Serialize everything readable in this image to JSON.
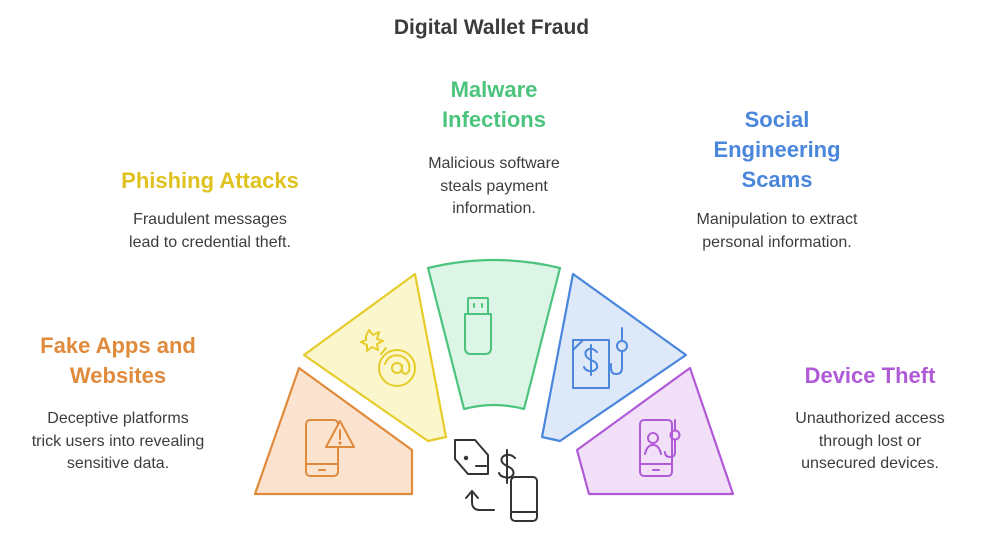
{
  "title": "Digital Wallet Fraud",
  "center_icon": "wallet-money-exchange-icon",
  "segments": [
    {
      "id": "fake-apps",
      "label_lines": [
        "Fake Apps and",
        "Websites"
      ],
      "desc_lines": [
        "Deceptive platforms",
        "trick users into revealing",
        "sensitive data."
      ],
      "color": "#e08a3c",
      "fill": "#fbe3d0",
      "icon": "phone-warning-icon"
    },
    {
      "id": "phishing",
      "label_lines": [
        "Phishing Attacks"
      ],
      "desc_lines": [
        "Fraudulent messages",
        "lead to credential theft."
      ],
      "color": "#e6cc2a",
      "fill": "#fbf6cc",
      "icon": "email-bomb-icon"
    },
    {
      "id": "malware",
      "label_lines": [
        "Malware",
        "Infections"
      ],
      "desc_lines": [
        "Malicious software",
        "steals payment",
        "information."
      ],
      "color": "#4cc47e",
      "fill": "#dcf5e6",
      "icon": "usb-drive-icon"
    },
    {
      "id": "social-engineering",
      "label_lines": [
        "Social",
        "Engineering",
        "Scams"
      ],
      "desc_lines": [
        "Manipulation to extract",
        "personal information."
      ],
      "color": "#4a86dc",
      "fill": "#dde8f8",
      "icon": "document-hook-icon"
    },
    {
      "id": "device-theft",
      "label_lines": [
        "Device Theft"
      ],
      "desc_lines": [
        "Unauthorized access",
        "through lost or",
        "unsecured devices."
      ],
      "color": "#b05ad8",
      "fill": "#f2e0f9",
      "icon": "phone-user-hook-icon"
    }
  ]
}
